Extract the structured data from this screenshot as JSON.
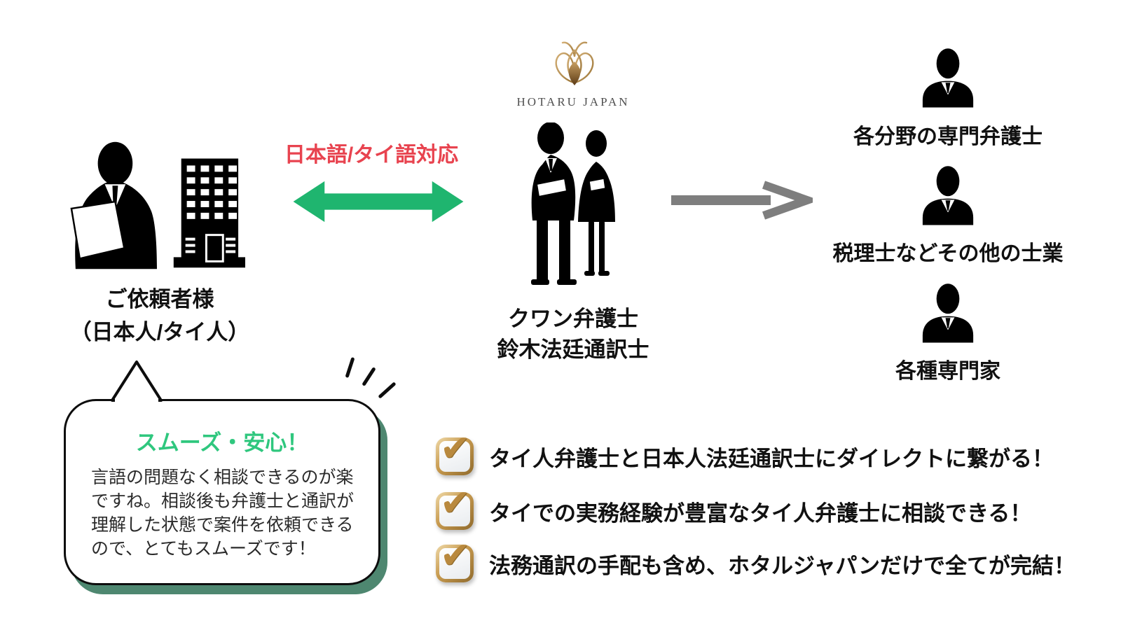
{
  "logo": {
    "icon": "hotaru-lotus-logo-icon",
    "name": "HOTARU JAPAN"
  },
  "client": {
    "icons": [
      "businessman-with-document-icon",
      "office-building-icon"
    ],
    "label_line1": "ご依頼者様",
    "label_line2": "（日本人/タイ人）"
  },
  "bridge": {
    "label": "日本語/タイ語対応",
    "arrow_icon": "green-double-arrow-icon"
  },
  "team": {
    "icon": "lawyer-and-interpreter-silhouette-icon",
    "label_line1": "クワン弁護士",
    "label_line2": "鈴木法廷通訳士"
  },
  "forward_arrow": {
    "icon": "gray-right-arrow-icon"
  },
  "experts": [
    {
      "icon": "person-bust-icon",
      "label": "各分野の専門弁護士"
    },
    {
      "icon": "person-bust-icon",
      "label": "税理士などその他の士業"
    },
    {
      "icon": "person-bust-icon",
      "label": "各種専門家"
    }
  ],
  "testimonial": {
    "title": "スムーズ・安心！",
    "lines": [
      "言語の問題なく相談できるのが楽",
      "ですね。相談後も弁護士と通訳が",
      "理解した状態で案件を依頼できる",
      "ので、とてもスムーズです！"
    ]
  },
  "benefits": [
    {
      "check": "✔",
      "label": "タイ人弁護士と日本人法廷通訳士にダイレクトに繋がる！"
    },
    {
      "check": "✔",
      "label": "タイでの実務経験が豊富なタイ人弁護士に相談できる！"
    },
    {
      "check": "✔",
      "label": "法務通訳の手配も含め、ホタルジャパンだけで全てが完結！"
    }
  ],
  "colors": {
    "bridge_label_red": "#E8434F",
    "arrow_green": "#1FB56F",
    "title_green": "#2FC77E",
    "bubble_shadow_green": "#4E8770",
    "forward_arrow_gray": "#7E7E7E",
    "gold": "#B9893E"
  }
}
